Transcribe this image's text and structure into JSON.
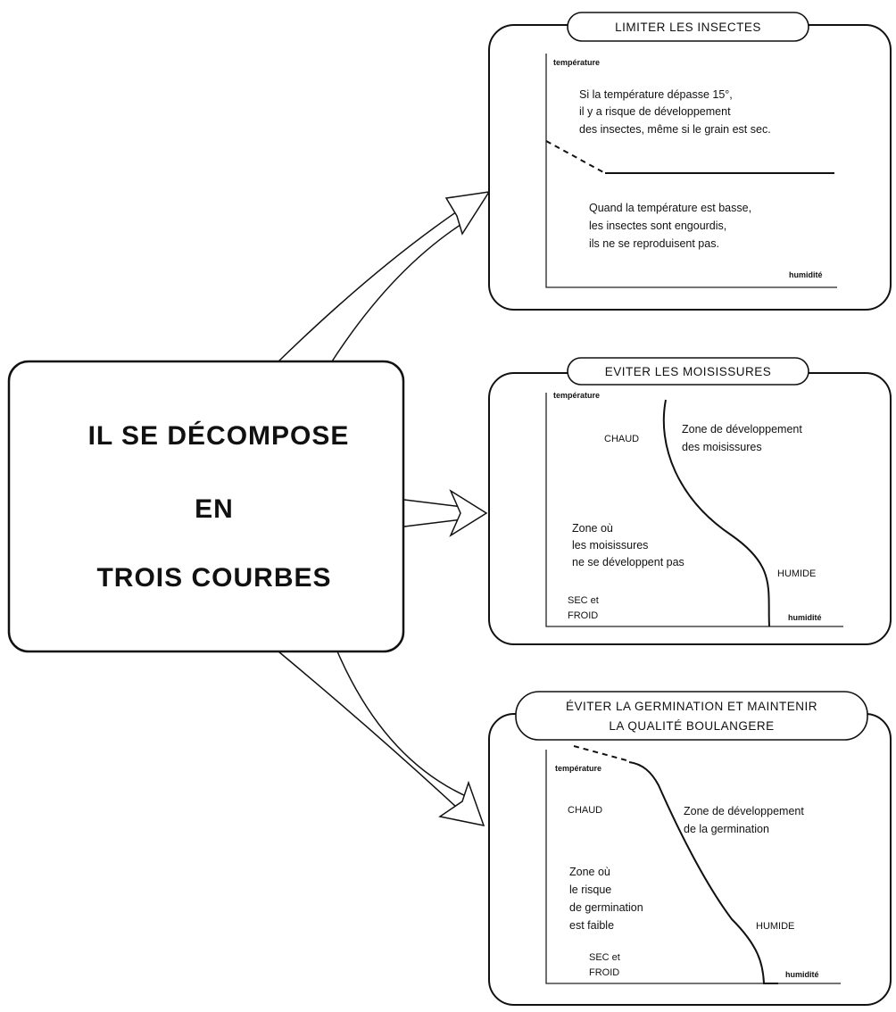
{
  "main": {
    "line1": "IL SE DÉCOMPOSE",
    "line2": "EN",
    "line3": "TROIS COURBES"
  },
  "panels": [
    {
      "title": "LIMITER LES INSECTES",
      "y_label": "température",
      "x_label": "humidité",
      "upper_text": [
        "Si la température dépasse 15°,",
        "il y a risque de développement",
        "des insectes, même si le grain est sec."
      ],
      "lower_text": [
        "Quand la température est basse,",
        "les insectes sont engourdis,",
        "ils ne se reproduisent pas."
      ]
    },
    {
      "title": "EVITER LES MOISISSURES",
      "y_label": "température",
      "x_label": "humidité",
      "hot": "CHAUD",
      "humid": "HUMIDE",
      "dry_cold": [
        "SEC et",
        "FROID"
      ],
      "zone_dev": [
        "Zone de développement",
        "des moisissures"
      ],
      "zone_safe": [
        "Zone où",
        "les moisissures",
        "ne se développent pas"
      ]
    },
    {
      "title": [
        "ÉVITER LA GERMINATION ET MAINTENIR",
        "LA QUALITÉ BOULANGERE"
      ],
      "y_label": "température",
      "x_label": "humidité",
      "hot": "CHAUD",
      "humid": "HUMIDE",
      "dry_cold": [
        "SEC et",
        "FROID"
      ],
      "zone_dev": [
        "Zone de développement",
        "de la germination"
      ],
      "zone_safe": [
        "Zone où",
        "le risque",
        "de germination",
        "est faible"
      ]
    }
  ]
}
